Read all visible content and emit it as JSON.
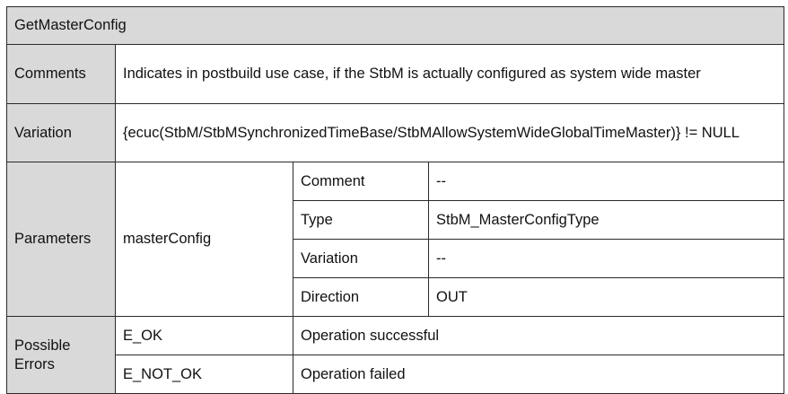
{
  "title": "GetMasterConfig",
  "comments": {
    "label": "Comments",
    "text": "Indicates in postbuild use case, if the StbM is actually configured as system wide master"
  },
  "variation": {
    "label": "Variation",
    "text": "{ecuc(StbM/StbMSynchronizedTimeBase/StbMAllowSystemWideGlobalTimeMaster)} != NULL"
  },
  "parameters": {
    "label": "Parameters",
    "name": "masterConfig",
    "rows": [
      {
        "key": "Comment",
        "value": "--"
      },
      {
        "key": "Type",
        "value": "StbM_MasterConfigType"
      },
      {
        "key": "Variation",
        "value": "--"
      },
      {
        "key": "Direction",
        "value": "OUT"
      }
    ]
  },
  "errors": {
    "label": "Possible Errors",
    "rows": [
      {
        "code": "E_OK",
        "desc": "Operation successful"
      },
      {
        "code": "E_NOT_OK",
        "desc": "Operation failed"
      }
    ]
  }
}
